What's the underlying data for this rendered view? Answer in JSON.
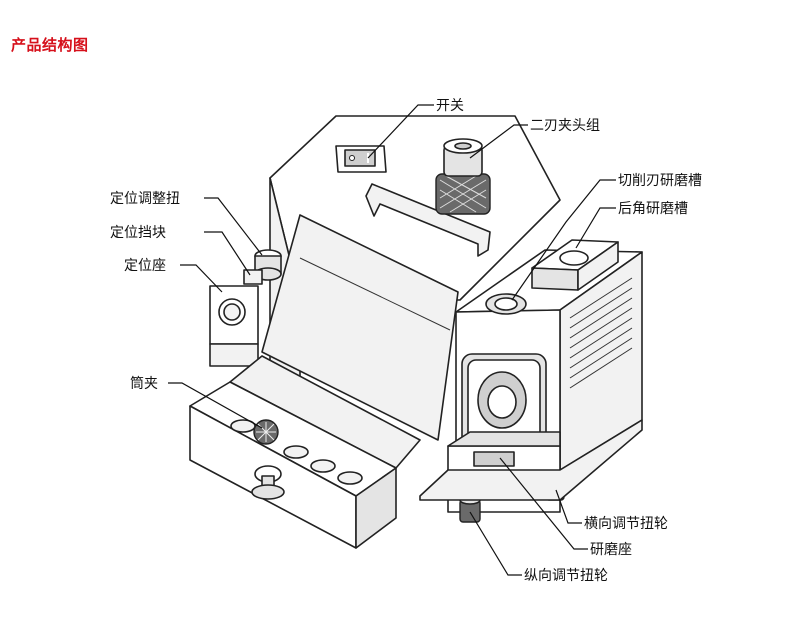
{
  "title": "产品结构图",
  "colors": {
    "title": "#d6101b",
    "line": "#111111"
  },
  "labels": {
    "switch": "开关",
    "two_flute_chuck": "二刃夹头组",
    "cutting_edge_groove": "切削刃研磨槽",
    "relief_angle_groove": "后角研磨槽",
    "positioning_knob": "定位调整扭",
    "positioning_stop": "定位挡块",
    "positioning_seat": "定位座",
    "collet": "筒夹",
    "transverse_knob": "横向调节扭轮",
    "grinding_seat": "研磨座",
    "longitudinal_knob": "纵向调节扭轮"
  }
}
